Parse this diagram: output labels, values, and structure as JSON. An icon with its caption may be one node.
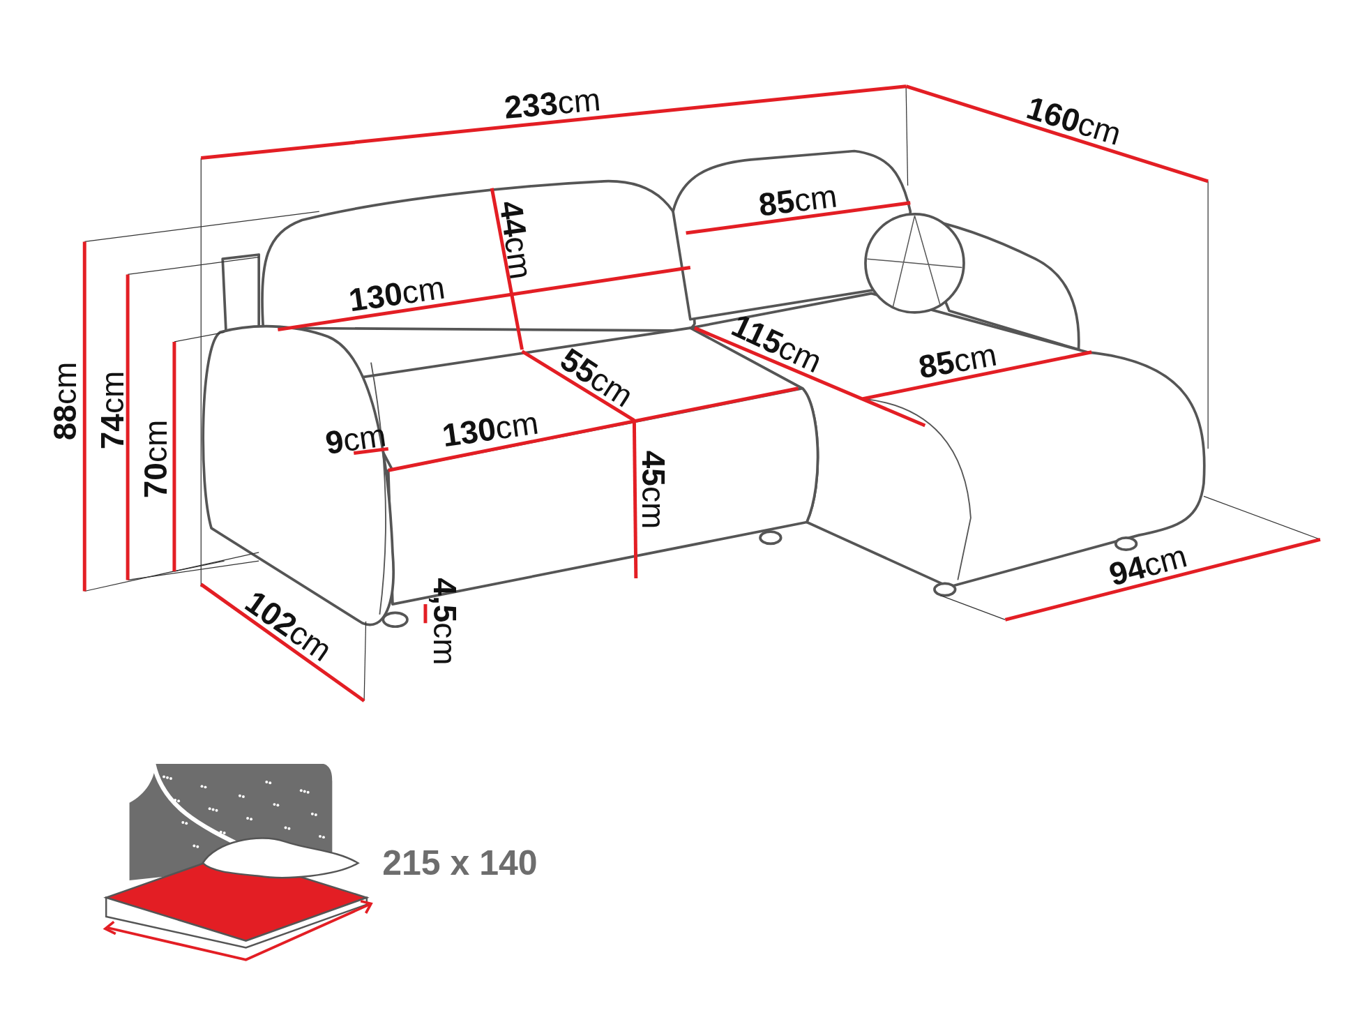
{
  "diagram": {
    "labels": [
      "**233**cm",
      "**160**cm",
      "**85**cm",
      "**44**cm",
      "**130**cm",
      "**115**cm",
      "**85**cm",
      "**55**cm",
      "**130**cm",
      "**9**cm",
      "**88**cm",
      "**74**cm",
      "**70**cm",
      "**45**cm",
      "**4,5**cm",
      "**102**cm",
      "**94**cm",
      "215 x 140"
    ]
  }
}
